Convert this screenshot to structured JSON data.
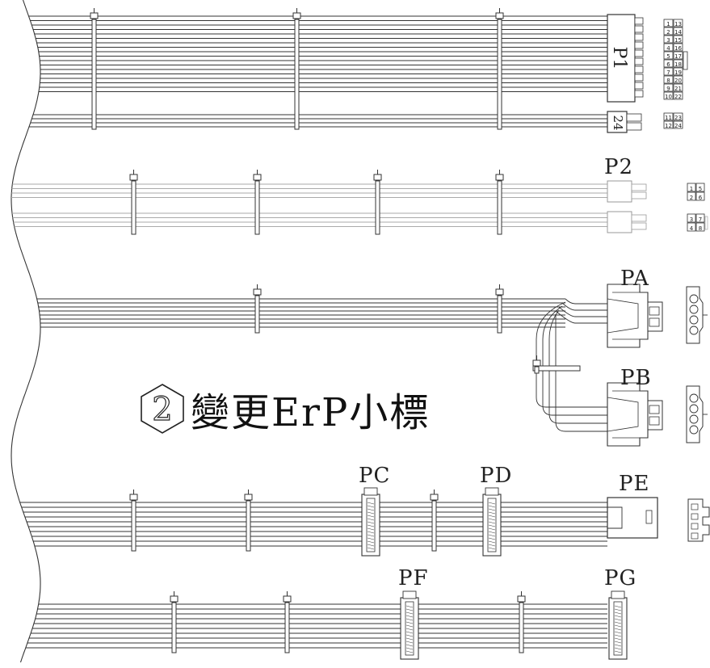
{
  "labels": {
    "p1": "P1",
    "p1_24": "24",
    "p2": "P2",
    "pa": "PA",
    "pb": "PB",
    "pc": "PC",
    "pd": "PD",
    "pe": "PE",
    "pf": "PF",
    "pg": "PG"
  },
  "note": {
    "number": "2",
    "text": "變更ErP小標"
  },
  "pinouts": {
    "p1_main": [
      [
        "1",
        "13"
      ],
      [
        "2",
        "14"
      ],
      [
        "3",
        "15"
      ],
      [
        "4",
        "16"
      ],
      [
        "5",
        "17"
      ],
      [
        "6",
        "18"
      ],
      [
        "7",
        "19"
      ],
      [
        "8",
        "20"
      ],
      [
        "9",
        "21"
      ],
      [
        "10",
        "22"
      ]
    ],
    "p1_extra": [
      [
        "11",
        "23"
      ],
      [
        "12",
        "24"
      ]
    ],
    "p2_a": [
      [
        "1",
        "5"
      ],
      [
        "2",
        "6"
      ]
    ],
    "p2_b": [
      [
        "3",
        "7"
      ],
      [
        "4",
        "8"
      ]
    ]
  }
}
